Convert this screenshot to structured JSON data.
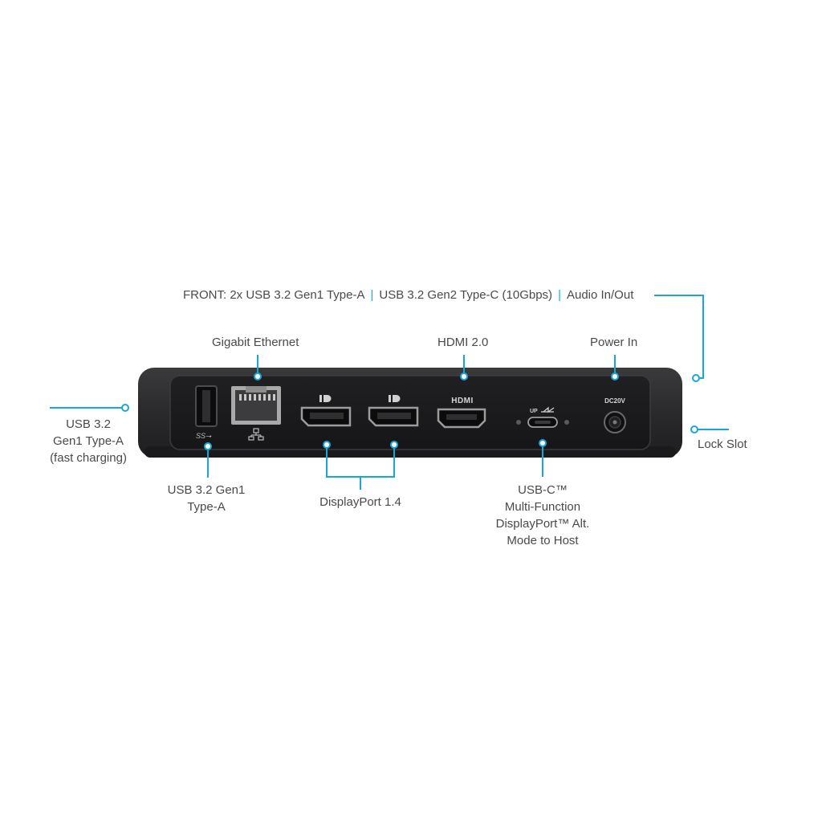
{
  "front": {
    "prefix": "FRONT: 2x USB 3.2 Gen1 Type-A",
    "sep1": "|",
    "part2": "USB 3.2 Gen2 Type-C (10Gbps)",
    "sep2": "|",
    "part3": "Audio In/Out"
  },
  "labels": {
    "gigabit_ethernet": "Gigabit Ethernet",
    "hdmi": "HDMI 2.0",
    "power_in": "Power In",
    "usb_left_1": "USB 3.2",
    "usb_left_2": "Gen1 Type-A",
    "usb_left_3": "(fast charging)",
    "usb_bottom_1": "USB 3.2 Gen1",
    "usb_bottom_2": "Type-A",
    "displayport": "DisplayPort 1.4",
    "usbc_1": "USB-C™",
    "usbc_2": "Multi-Function",
    "usbc_3": "DisplayPort™ Alt.",
    "usbc_4": "Mode to Host",
    "lock_slot": "Lock Slot"
  },
  "port_markings": {
    "usb_logo": "SS⭢",
    "hdmi_logo": "HDMI",
    "usbc_up": "UP",
    "dc": "DC20V"
  },
  "colors": {
    "accent": "#1aa7d8",
    "text": "#4a4a4a",
    "dock_body": "#2b2b2d",
    "dock_panel": "#1c1c1e"
  }
}
